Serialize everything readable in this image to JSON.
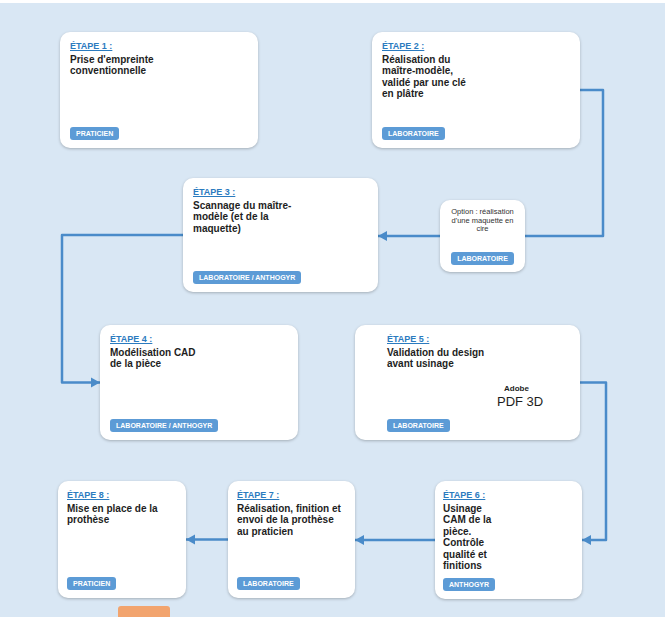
{
  "diagram": {
    "nodes": [
      {
        "text": [
          "ÉTAPE 1 :",
          "Prise d'empreinte conventionnelle",
          "PRATICIEN"
        ]
      },
      {
        "text": [
          "ÉTAPE 2 :",
          "Réalisation du maître-modèle, validé par une clé en plâtre",
          "LABORATOIRE"
        ]
      },
      {
        "text": [
          "ÉTAPE 3 :",
          "Scannage du maître-modèle (et de la maquette)",
          "LABORATOIRE / ANTHOGYR"
        ]
      },
      {
        "text": [
          "Option : réalisation d'une maquette en cire",
          "LABORATOIRE"
        ]
      },
      {
        "text": [
          "ÉTAPE 4 :",
          "Modélisation CAD de la pièce",
          "LABORATOIRE / ANTHOGYR"
        ]
      },
      {
        "text": [
          "ÉTAPE 5 :",
          "Validation du design avant usinage",
          "LABORATOIRE"
        ]
      },
      {
        "text": [
          "ÉTAPE 6 :",
          "Usinage CAM de la pièce. Contrôle qualité et finitions",
          "ANTHOGYR"
        ]
      },
      {
        "text": [
          "ÉTAPE 7 :",
          "Réalisation, finition et envoi de la prothèse au praticien",
          "LABORATOIRE"
        ]
      },
      {
        "text": [
          "ÉTAPE 8 :",
          "Mise en place de la prothèse",
          "PRATICIEN"
        ]
      }
    ],
    "edges": [
      {
        "from": 1,
        "to": 3,
        "arrow": "none"
      },
      {
        "from": 3,
        "to": 2,
        "arrow": "to"
      },
      {
        "from": 2,
        "to": 4,
        "arrow": "to"
      },
      {
        "from": 5,
        "to": 6,
        "arrow": "to"
      },
      {
        "from": 6,
        "to": 7,
        "arrow": "to"
      },
      {
        "from": 7,
        "to": 8,
        "arrow": "to"
      }
    ],
    "labels": [
      "PDF",
      "Adobe",
      "PDF 3D"
    ]
  }
}
